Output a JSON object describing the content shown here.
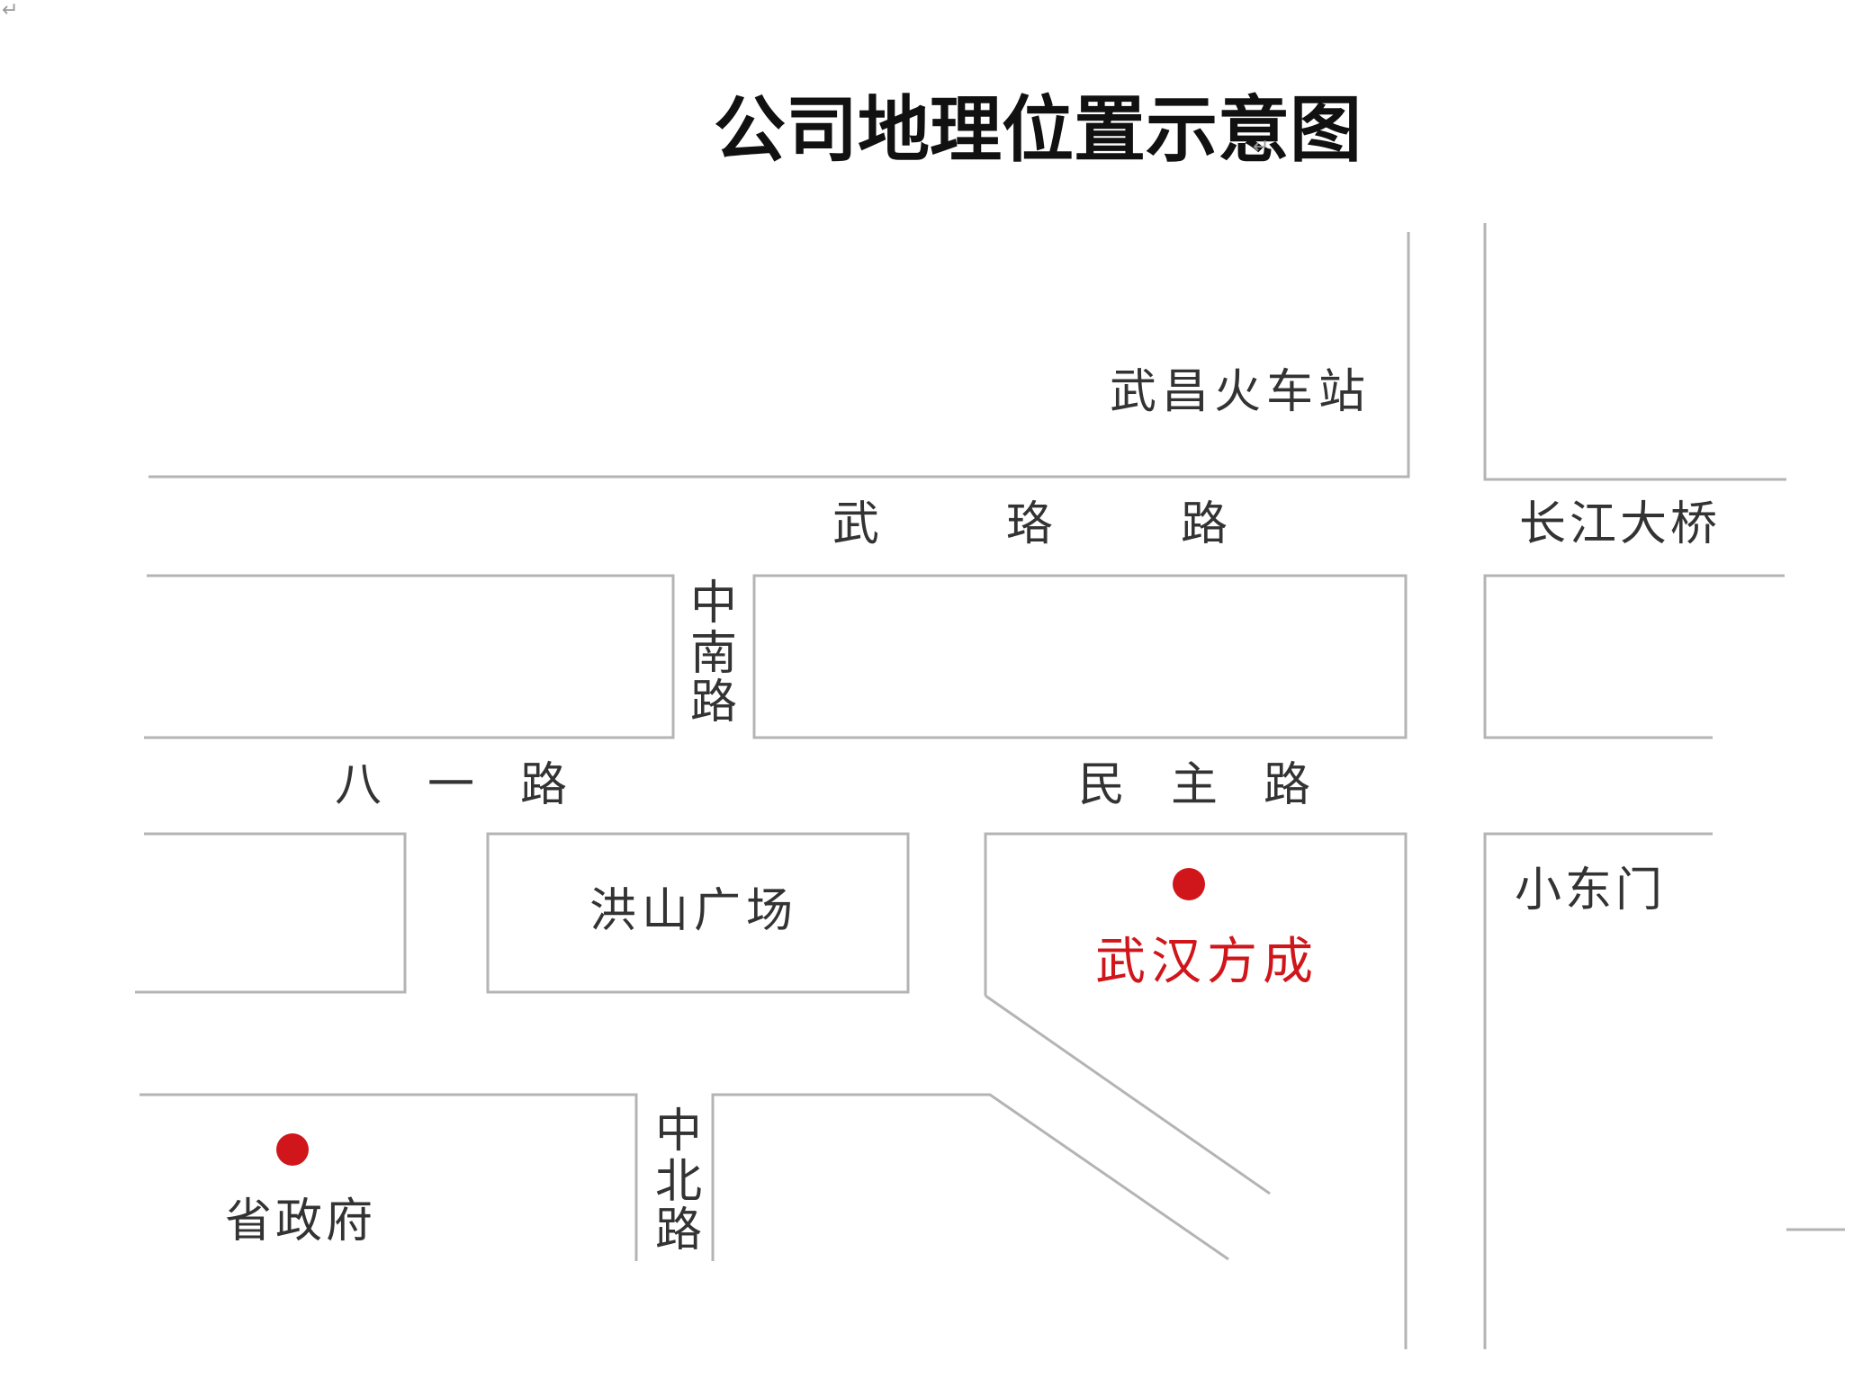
{
  "title": "公司地理位置示意图",
  "colors": {
    "accent": "#d0161b",
    "road": "#b4b4b4",
    "text": "#333333"
  },
  "labels": {
    "wuchang_station": "武昌火车站",
    "wuluo_road": [
      "武",
      "珞",
      "路"
    ],
    "yangtze_bridge": "长江大桥",
    "zhongnan_road": [
      "中",
      "南",
      "路"
    ],
    "bayi_road": [
      "八",
      "一",
      "路"
    ],
    "minzhu_road": [
      "民",
      "主",
      "路"
    ],
    "hongshan_square": "洪山广场",
    "wuhan_fangcheng": "武汉方成",
    "xiaodongmen": "小东门",
    "zhongbei_road": [
      "中",
      "北",
      "路"
    ],
    "province_gov": "省政府"
  },
  "markers": [
    {
      "name": "武汉方成",
      "icon": "location-dot-icon"
    },
    {
      "name": "省政府",
      "icon": "location-dot-icon"
    }
  ]
}
